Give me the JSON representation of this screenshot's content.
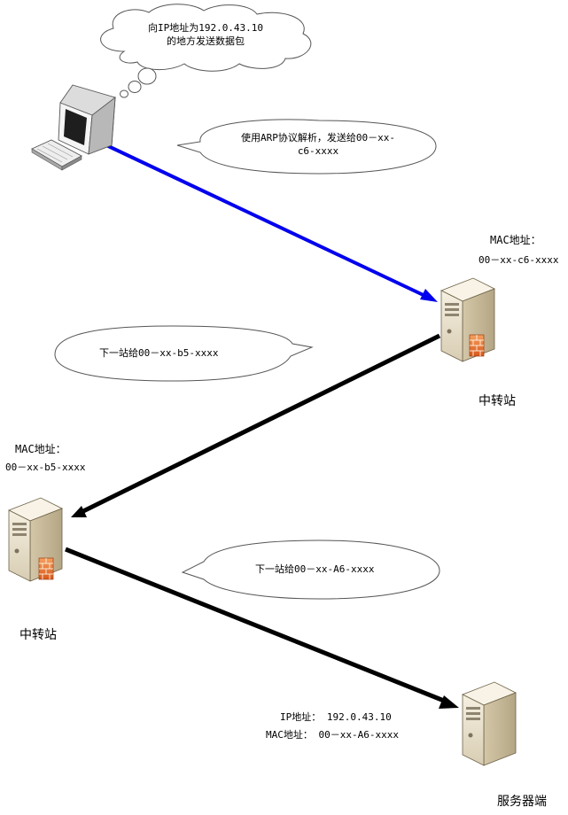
{
  "thought_bubble": {
    "line1": "向IP地址为192.0.43.10",
    "line2": "的地方发送数据包"
  },
  "callout_arp": {
    "line1": "使用ARP协议解析，发送给00－xx-",
    "line2": "c6-xxxx"
  },
  "callout_next_b5": {
    "text": "下一站给00－xx-b5-xxxx"
  },
  "callout_next_a6": {
    "text": "下一站给00－xx-A6-xxxx"
  },
  "relay1": {
    "mac_label": "MAC地址：",
    "mac_value": "00－xx-c6-xxxx",
    "name": "中转站"
  },
  "relay2": {
    "mac_label": "MAC地址：",
    "mac_value": "00－xx-b5-xxxx",
    "name": "中转站"
  },
  "server": {
    "ip_line": "IP地址： 192.0.43.10",
    "mac_line": "MAC地址： 00－xx-A6-xxxx",
    "name": "服务器端"
  },
  "colors": {
    "first_hop_arrow": "#0000ee",
    "other_arrows": "#000000",
    "server_body": "#ede4cf",
    "firewall": "#e8742c"
  }
}
